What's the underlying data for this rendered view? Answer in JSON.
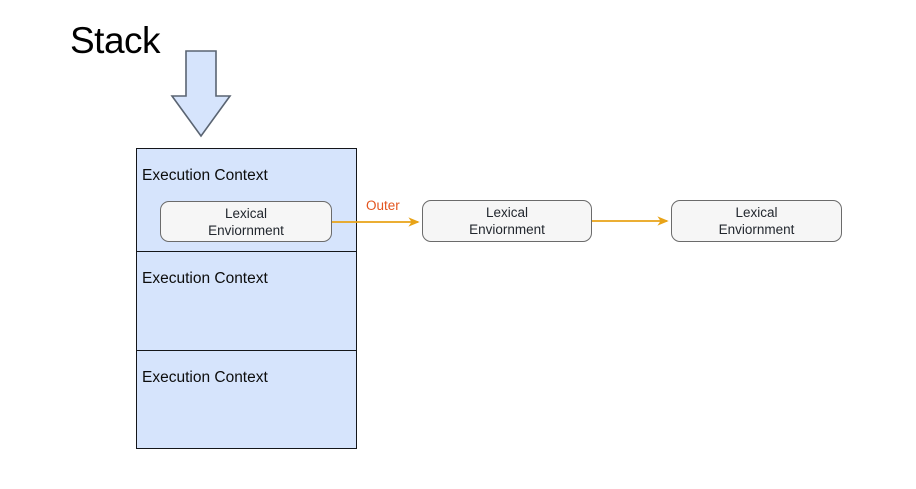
{
  "diagram": {
    "title": "Stack",
    "background_color": "#ffffff",
    "stack": {
      "fill_color": "#d6e4fc",
      "border_color": "#14161a",
      "frames": [
        {
          "label": "Execution  Context",
          "has_lexical_environment": true
        },
        {
          "label": "Execution  Context",
          "has_lexical_environment": false
        },
        {
          "label": "Execution  Context",
          "has_lexical_environment": false
        }
      ]
    },
    "down_arrow": {
      "icon": "down-arrow-icon",
      "fill_color": "#d6e4fc",
      "border_color": "#5a6472"
    },
    "lexical_environments": [
      {
        "id": "inner",
        "line1": "Lexical",
        "line2": "Enviornment"
      },
      {
        "id": "middle",
        "line1": "Lexical",
        "line2": "Enviornment"
      },
      {
        "id": "right",
        "line1": "Lexical",
        "line2": "Enviornment"
      }
    ],
    "connectors": [
      {
        "id": "inner-to-middle",
        "label": "Outer",
        "label_color": "#e3551f",
        "line_color": "#e8a317"
      },
      {
        "id": "middle-to-right",
        "label": "",
        "label_color": "",
        "line_color": "#e8a317"
      }
    ]
  }
}
